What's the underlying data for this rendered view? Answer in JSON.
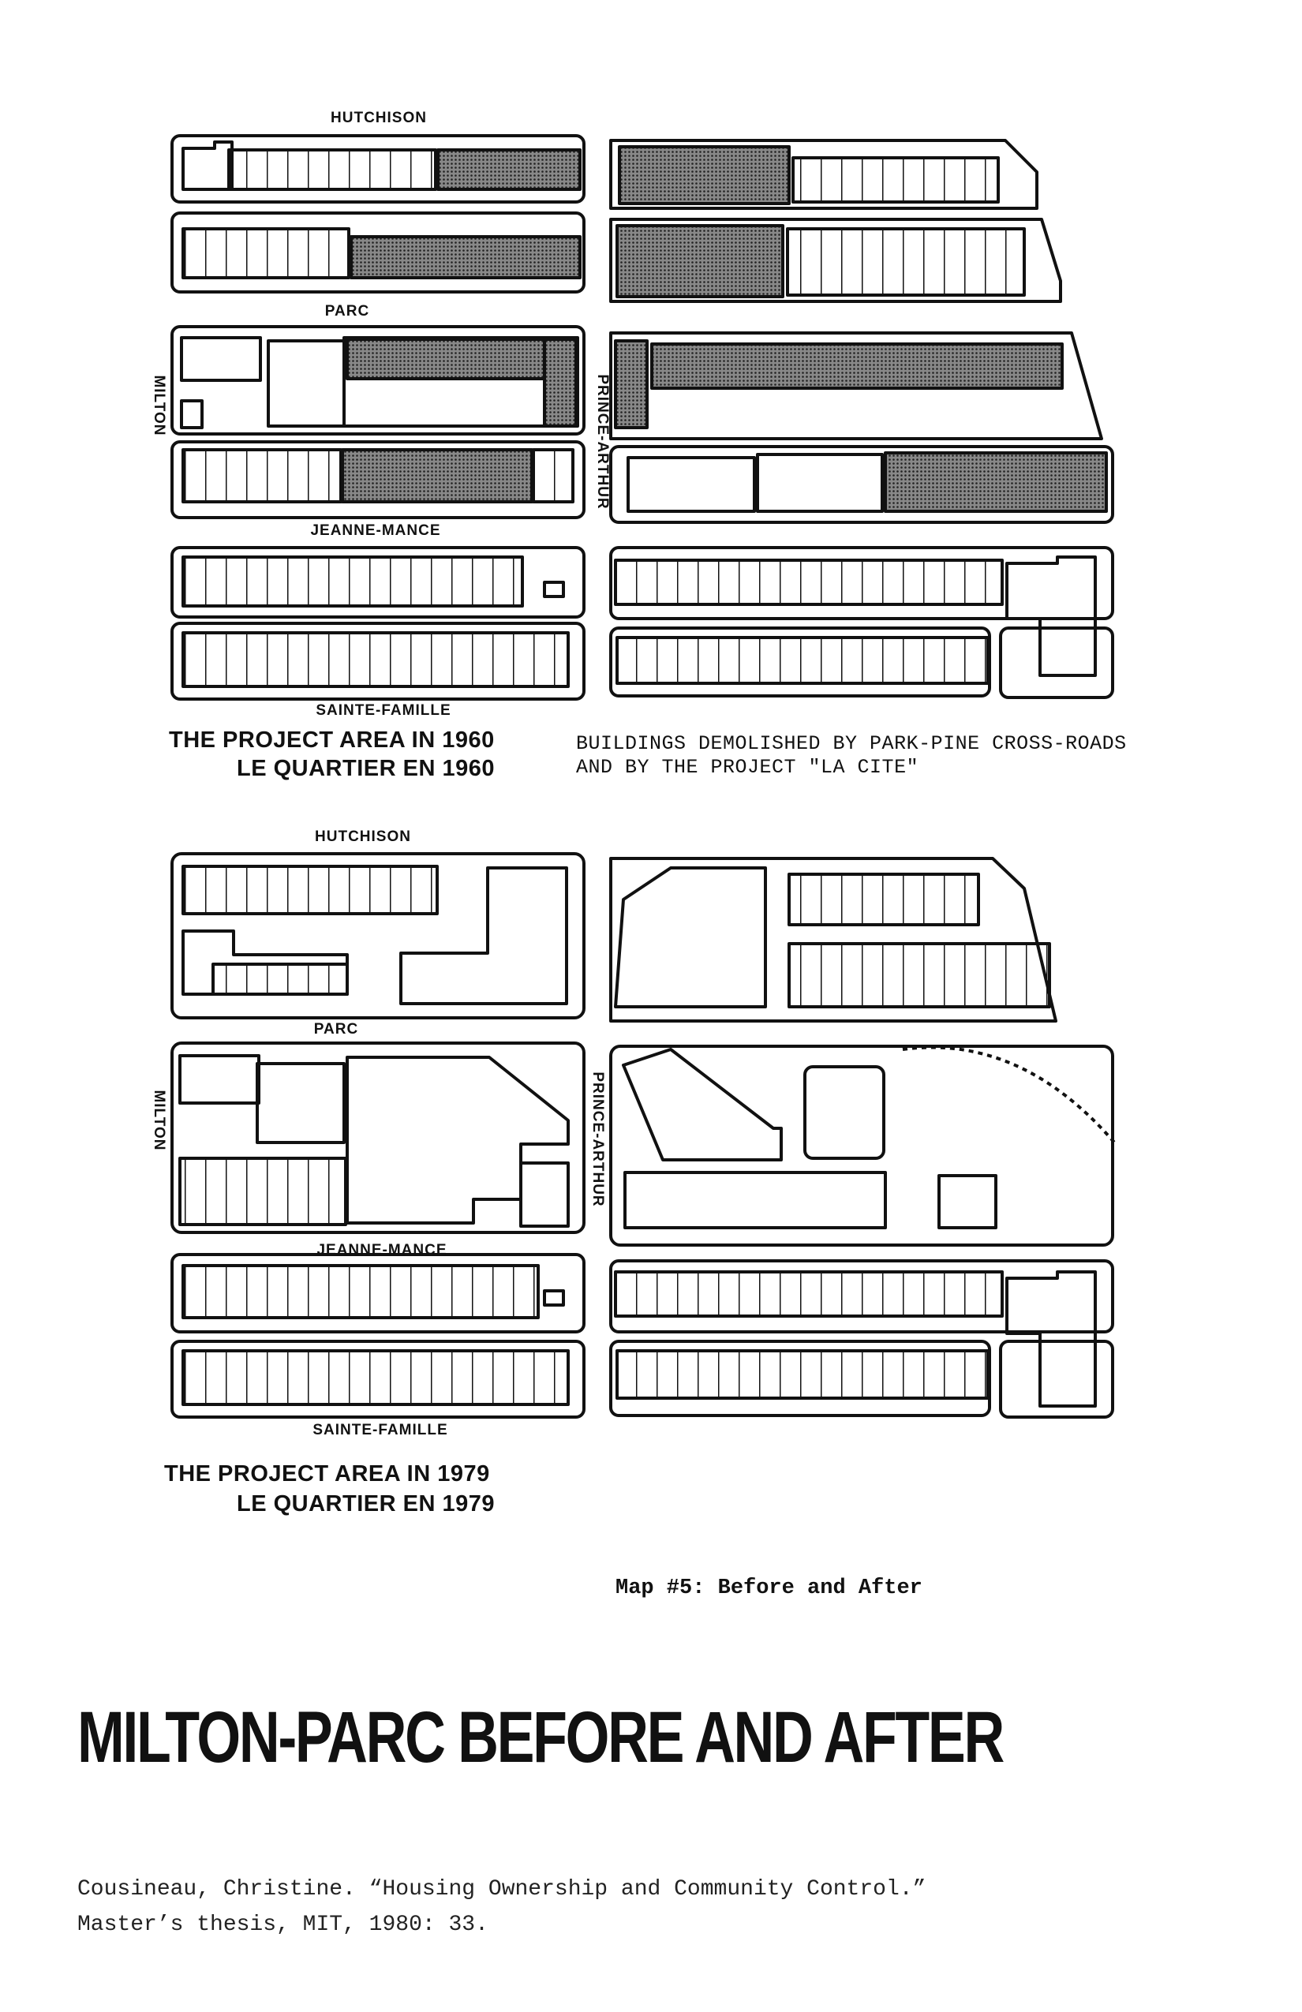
{
  "map_1960": {
    "streets": {
      "hutchison": "HUTCHISON",
      "parc": "PARC",
      "milton": "MILTON",
      "prince_arthur": "PRINCE-ARTHUR",
      "jeanne_mance": "JEANNE-MANCE",
      "sainte_famille": "SAINTE-FAMILLE"
    },
    "caption_en": "THE PROJECT AREA IN 1960",
    "caption_fr": "LE QUARTIER EN 1960",
    "legend_line1": "BUILDINGS DEMOLISHED BY PARK-PINE CROSS-ROADS",
    "legend_line2": "AND BY THE PROJECT \"LA CITE\""
  },
  "map_1979": {
    "streets": {
      "hutchison": "HUTCHISON",
      "parc": "PARC",
      "milton": "MILTON",
      "prince_arthur": "PRINCE-ARTHUR",
      "jeanne_mance": "JEANNE-MANCE",
      "sainte_famille": "SAINTE-FAMILLE"
    },
    "caption_en": "THE PROJECT AREA IN 1979",
    "caption_fr": "LE QUARTIER EN 1979"
  },
  "map_label": "Map #5: Before and After",
  "title": "MILTON-PARC BEFORE AND AFTER",
  "citation_line1": "Cousineau, Christine. “Housing Ownership and Community Control.”",
  "citation_line2": "Master’s thesis, MIT, 1980: 33.",
  "colors": {
    "ink": "#111111",
    "demolished_fill": "#555555",
    "background": "#ffffff"
  }
}
